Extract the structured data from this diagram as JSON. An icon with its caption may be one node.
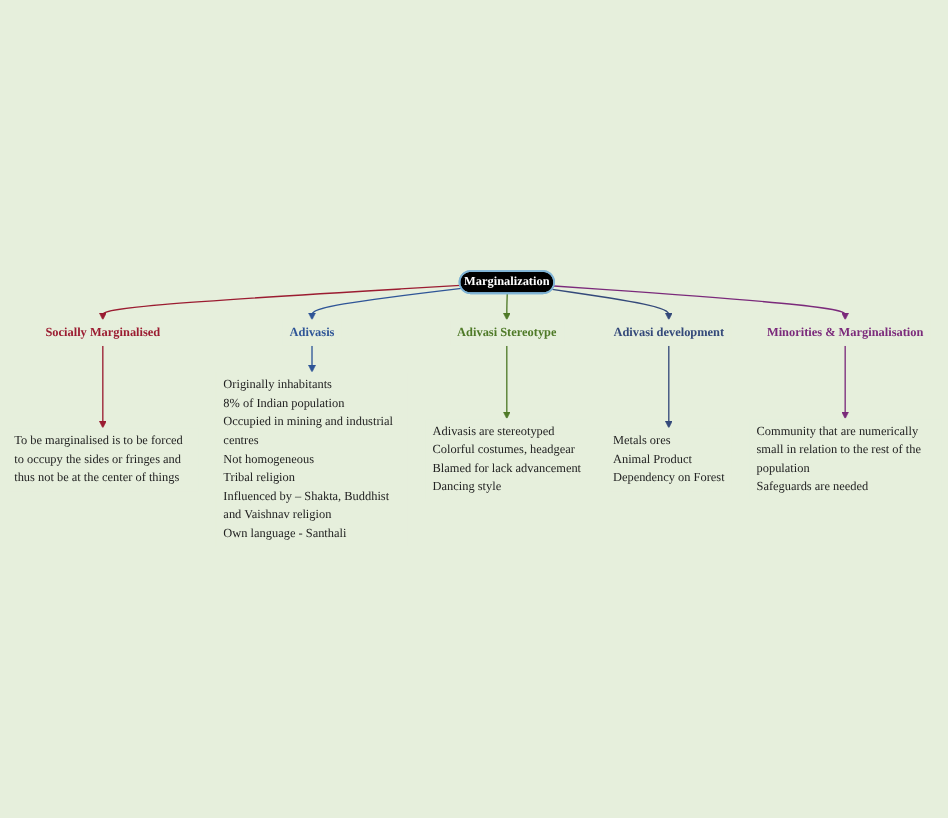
{
  "diagram": {
    "nodes": [
      {
        "text": [
          "Socially Marginalised"
        ]
      },
      {
        "text": [
          "To be marginalised is to be forced to occupy the sides or fringes and thus not be at the center of things"
        ]
      },
      {
        "text": [
          "Adivasis"
        ]
      },
      {
        "text": [
          "Originally inhabitants",
          "8% of Indian population",
          "Occupied in mining and industrial centres",
          "Not homogeneous",
          "Tribal religion",
          "Influenced by – Shakta, Buddhist and Vaishnav religion",
          "Own language - Santhali"
        ]
      },
      {
        "text": [
          "Marginalization"
        ]
      },
      {
        "text": [
          "Adivasi Stereotype"
        ]
      },
      {
        "text": [
          "Adivasis are stereotyped",
          "Colorful costumes, headgear",
          "Blamed for lack advancement",
          "Dancing style"
        ]
      },
      {
        "text": [
          "Adivasi development"
        ]
      },
      {
        "text": [
          "Metals ores",
          "Animal Product",
          "Dependency on Forest"
        ]
      },
      {
        "text": [
          "Minorities & Marginalisation"
        ]
      },
      {
        "text": [
          "Community that are numerically small in relation to the rest of the population",
          "Safeguards are needed"
        ]
      }
    ],
    "edges": [
      {
        "from": 4,
        "to": 0,
        "arrow": "to",
        "color": "#9b1c31"
      },
      {
        "from": 0,
        "to": 1,
        "arrow": "to",
        "color": "#9b1c31"
      },
      {
        "from": 4,
        "to": 2,
        "arrow": "to",
        "color": "#2f5597"
      },
      {
        "from": 2,
        "to": 3,
        "arrow": "to",
        "color": "#2f5597"
      },
      {
        "from": 4,
        "to": 5,
        "arrow": "to",
        "color": "#4f7a28"
      },
      {
        "from": 5,
        "to": 6,
        "arrow": "to",
        "color": "#4f7a28"
      },
      {
        "from": 4,
        "to": 7,
        "arrow": "to",
        "color": "#34497a"
      },
      {
        "from": 7,
        "to": 8,
        "arrow": "to",
        "color": "#34497a"
      },
      {
        "from": 4,
        "to": 9,
        "arrow": "to",
        "color": "#7b2a7b"
      },
      {
        "from": 9,
        "to": 10,
        "arrow": "to",
        "color": "#7b2a7b"
      }
    ]
  }
}
